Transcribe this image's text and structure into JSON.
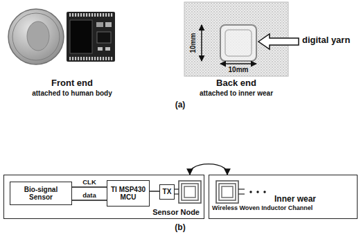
{
  "diagram": {
    "nodes": [
      {
        "text": [
          "Sensor Node"
        ]
      },
      {
        "text": [
          "Bio-signal Sensor"
        ],
        "in": 0
      },
      {
        "text": [
          "TI MSP430 MCU"
        ],
        "in": 0
      },
      {
        "text": [
          "TX"
        ],
        "in": 0
      },
      {
        "text": [
          "Inner wear",
          "Wireless Woven Inductor Channel"
        ]
      }
    ],
    "edges": [
      {
        "from": 1,
        "to": 2,
        "label": "CLK",
        "arrow": "none"
      },
      {
        "from": 1,
        "to": 2,
        "label": "data",
        "arrow": "none"
      },
      {
        "from": 2,
        "to": 3,
        "arrow": "none"
      },
      {
        "from": 0,
        "to": 4,
        "arrow": "both"
      }
    ],
    "labels": [
      "Front end",
      "attached to human body",
      "Back end",
      "attached to inner wear",
      "10mm",
      "10mm",
      "digital yarn",
      "(a)",
      "(b)"
    ]
  }
}
